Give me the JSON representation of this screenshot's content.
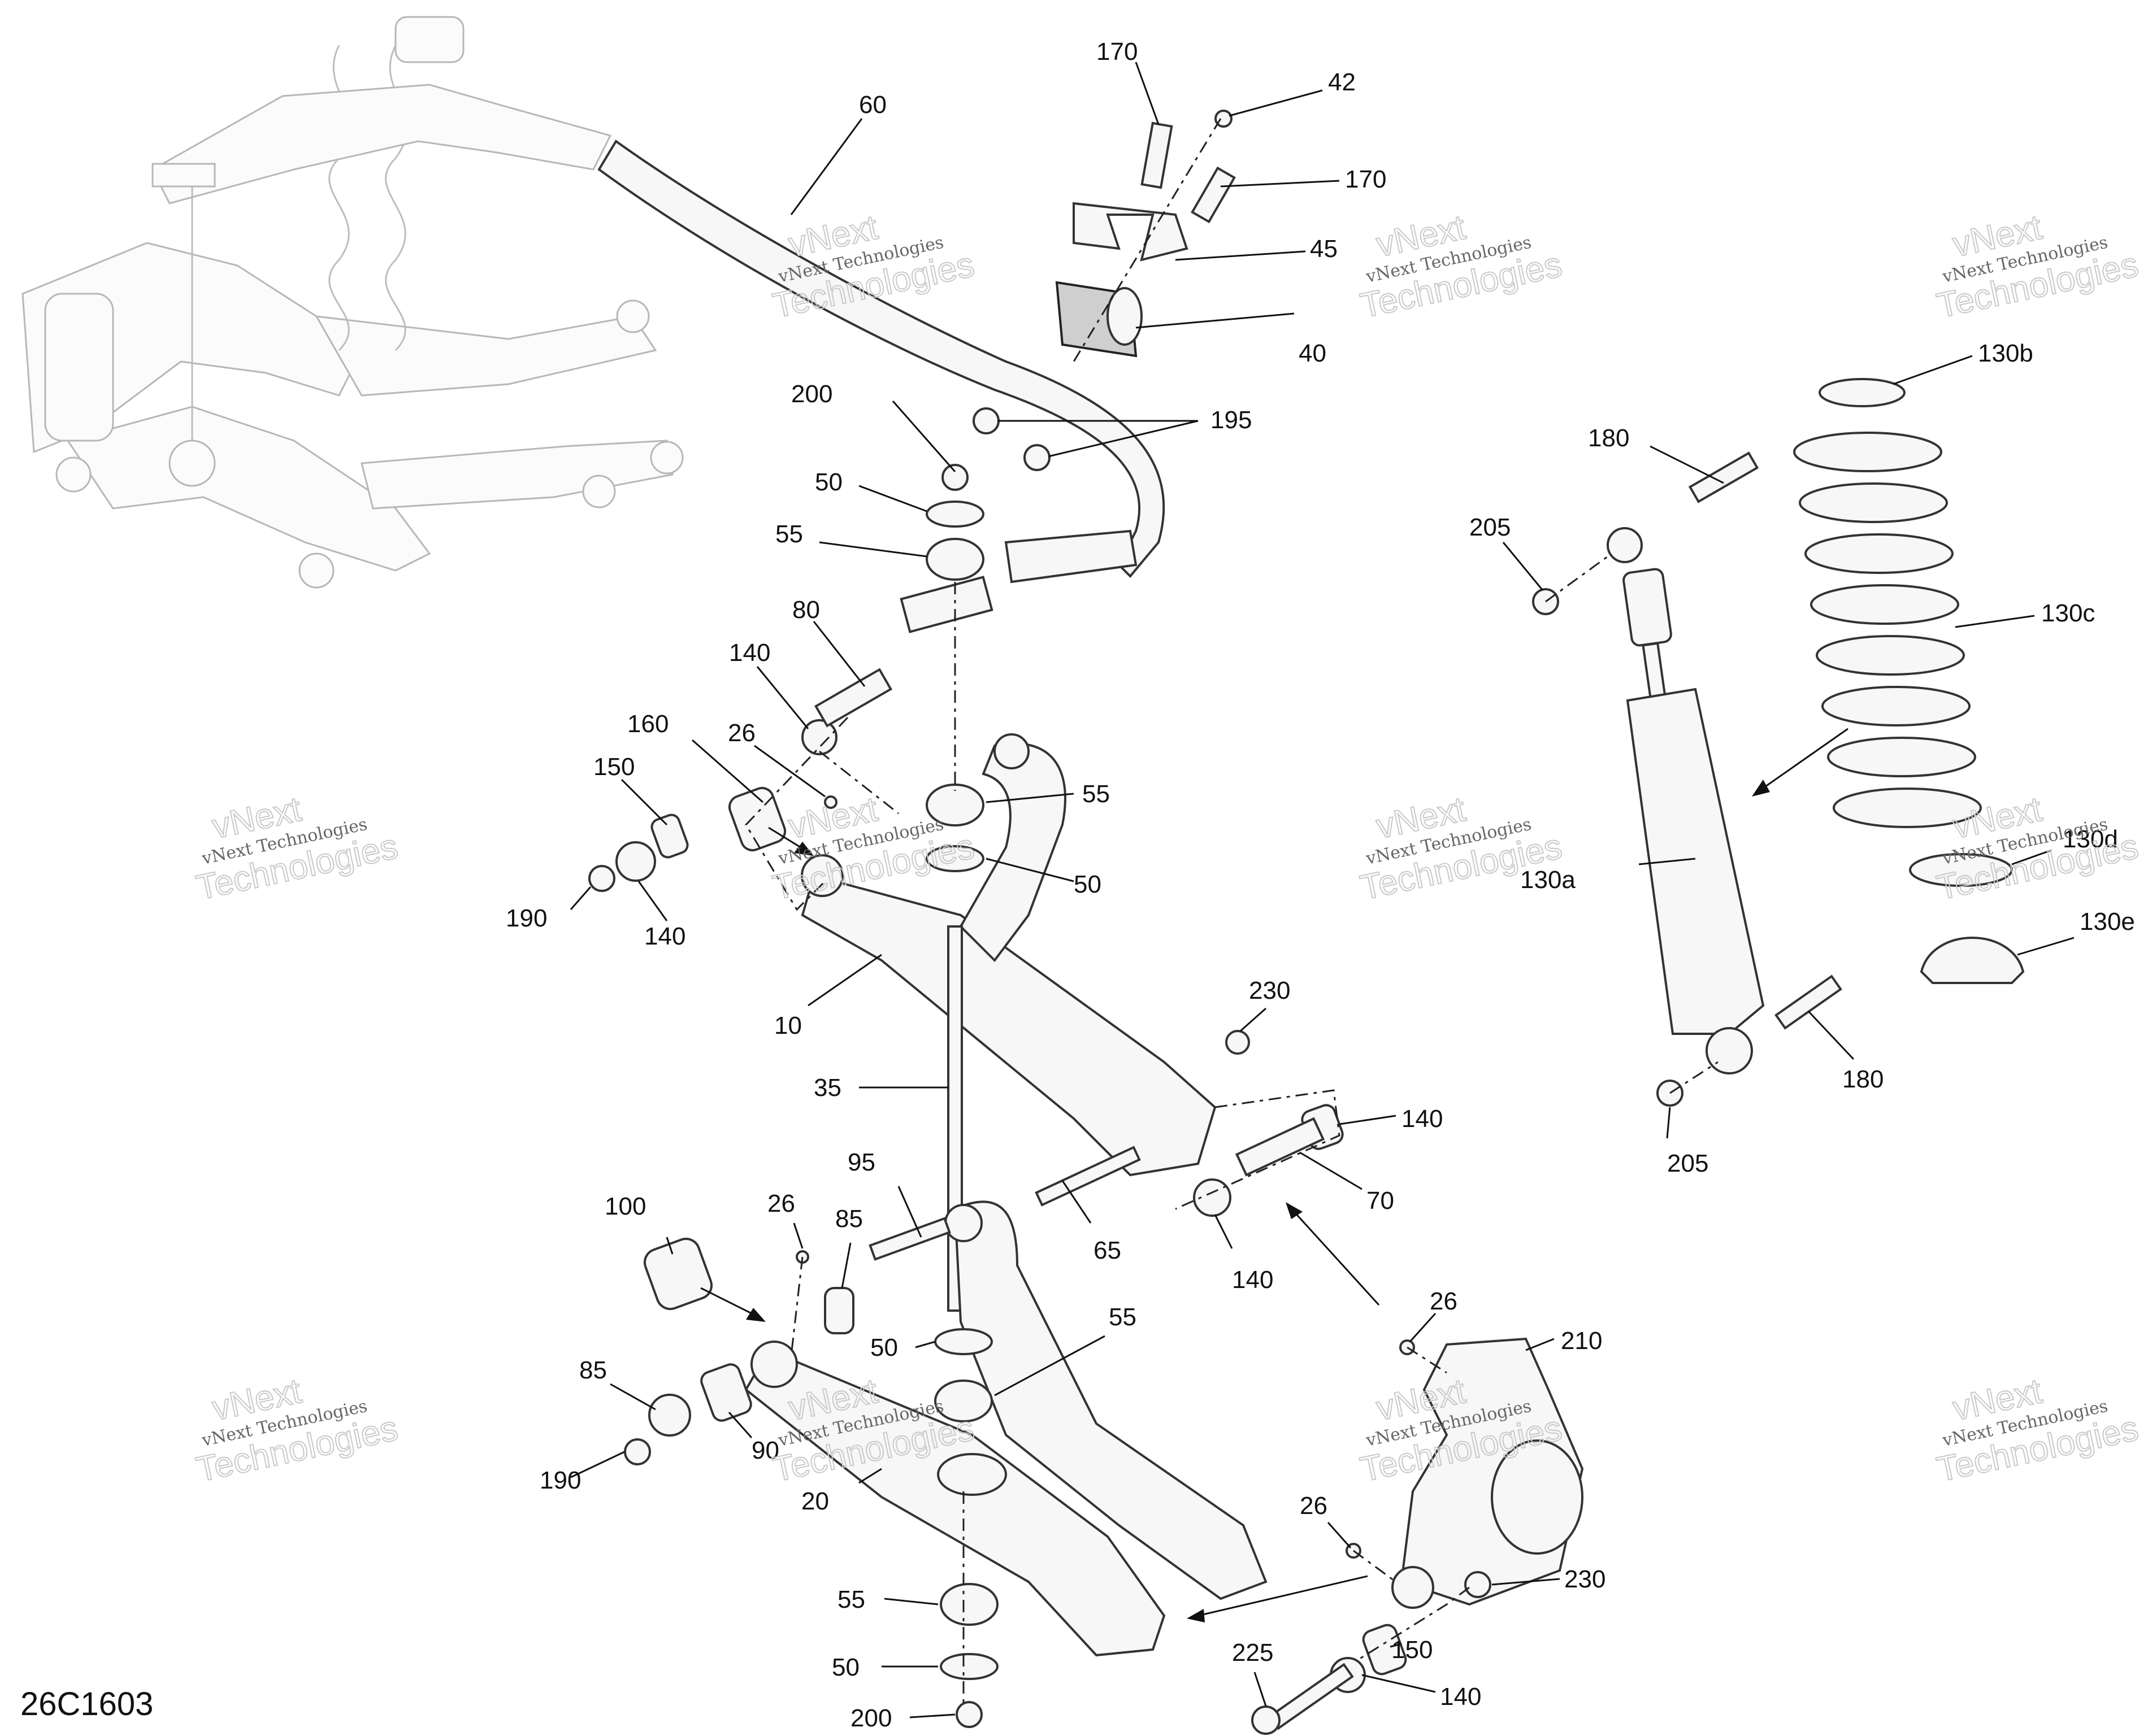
{
  "drawing_id": "26C1603",
  "watermark": {
    "line1": "vNext",
    "line2": "vNext Technologies",
    "line3": "Technologies"
  },
  "callouts": [
    {
      "id": "c170a",
      "text": "170"
    },
    {
      "id": "c42",
      "text": "42"
    },
    {
      "id": "c60",
      "text": "60"
    },
    {
      "id": "c170b",
      "text": "170"
    },
    {
      "id": "c45",
      "text": "45"
    },
    {
      "id": "c40",
      "text": "40"
    },
    {
      "id": "c130b",
      "text": "130b"
    },
    {
      "id": "c200a",
      "text": "200"
    },
    {
      "id": "c195",
      "text": "195"
    },
    {
      "id": "c180a",
      "text": "180"
    },
    {
      "id": "c50a",
      "text": "50"
    },
    {
      "id": "c55a",
      "text": "55"
    },
    {
      "id": "c205a",
      "text": "205"
    },
    {
      "id": "c130c",
      "text": "130c"
    },
    {
      "id": "c80",
      "text": "80"
    },
    {
      "id": "c140a",
      "text": "140"
    },
    {
      "id": "c160",
      "text": "160"
    },
    {
      "id": "c26a",
      "text": "26"
    },
    {
      "id": "c150a",
      "text": "150"
    },
    {
      "id": "c55b",
      "text": "55"
    },
    {
      "id": "c130d",
      "text": "130d"
    },
    {
      "id": "c50b",
      "text": "50"
    },
    {
      "id": "c130a",
      "text": "130a"
    },
    {
      "id": "c190a",
      "text": "190"
    },
    {
      "id": "c140b",
      "text": "140"
    },
    {
      "id": "c130e",
      "text": "130e"
    },
    {
      "id": "c10",
      "text": "10"
    },
    {
      "id": "c230a",
      "text": "230"
    },
    {
      "id": "c35",
      "text": "35"
    },
    {
      "id": "c180b",
      "text": "180"
    },
    {
      "id": "c140c",
      "text": "140"
    },
    {
      "id": "c95",
      "text": "95"
    },
    {
      "id": "c205b",
      "text": "205"
    },
    {
      "id": "c100",
      "text": "100"
    },
    {
      "id": "c26b",
      "text": "26"
    },
    {
      "id": "c85a",
      "text": "85"
    },
    {
      "id": "c70",
      "text": "70"
    },
    {
      "id": "c65",
      "text": "65"
    },
    {
      "id": "c140d",
      "text": "140"
    },
    {
      "id": "c26c",
      "text": "26"
    },
    {
      "id": "c55c",
      "text": "55"
    },
    {
      "id": "c50c",
      "text": "50"
    },
    {
      "id": "c210",
      "text": "210"
    },
    {
      "id": "c85b",
      "text": "85"
    },
    {
      "id": "c90",
      "text": "90"
    },
    {
      "id": "c190b",
      "text": "190"
    },
    {
      "id": "c20",
      "text": "20"
    },
    {
      "id": "c26d",
      "text": "26"
    },
    {
      "id": "c230b",
      "text": "230"
    },
    {
      "id": "c55d",
      "text": "55"
    },
    {
      "id": "c150b",
      "text": "150"
    },
    {
      "id": "c50d",
      "text": "50"
    },
    {
      "id": "c225",
      "text": "225"
    },
    {
      "id": "c140e",
      "text": "140"
    },
    {
      "id": "c200b",
      "text": "200"
    }
  ]
}
